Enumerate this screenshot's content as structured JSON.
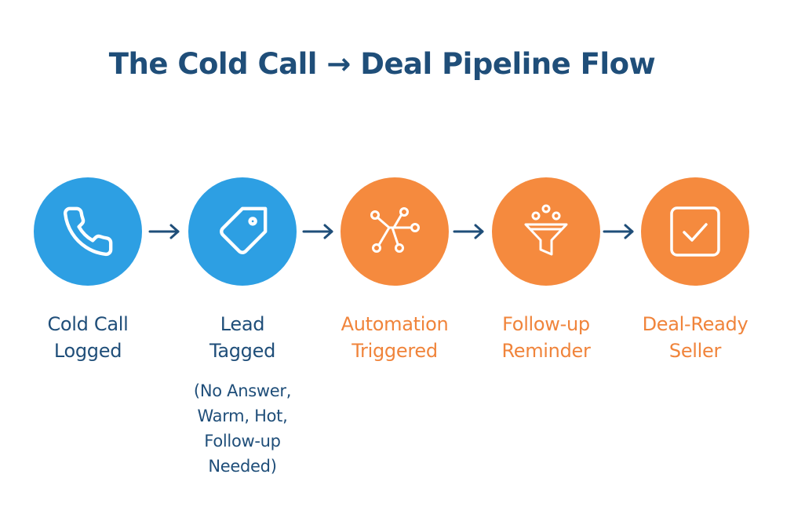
{
  "title": "The Cold Call → Deal Pipeline Flow",
  "colors": {
    "blue": "#2d9fe3",
    "orange": "#f58a3e",
    "navy": "#1f4e79"
  },
  "steps": [
    {
      "line1": "Cold Call",
      "line2": "Logged",
      "icon": "phone-icon",
      "color": "blue"
    },
    {
      "line1": "Lead",
      "line2": "Tagged",
      "icon": "tag-icon",
      "color": "blue",
      "note": [
        "(No Answer,",
        "Warm, Hot,",
        "Follow-up",
        "Needed)"
      ]
    },
    {
      "line1": "Automation",
      "line2": "Triggered",
      "icon": "workflow-icon",
      "color": "orange"
    },
    {
      "line1": "Follow-up",
      "line2": "Reminder",
      "icon": "funnel-icon",
      "color": "orange"
    },
    {
      "line1": "Deal-Ready",
      "line2": "Seller",
      "icon": "checkbox-icon",
      "color": "orange"
    }
  ]
}
